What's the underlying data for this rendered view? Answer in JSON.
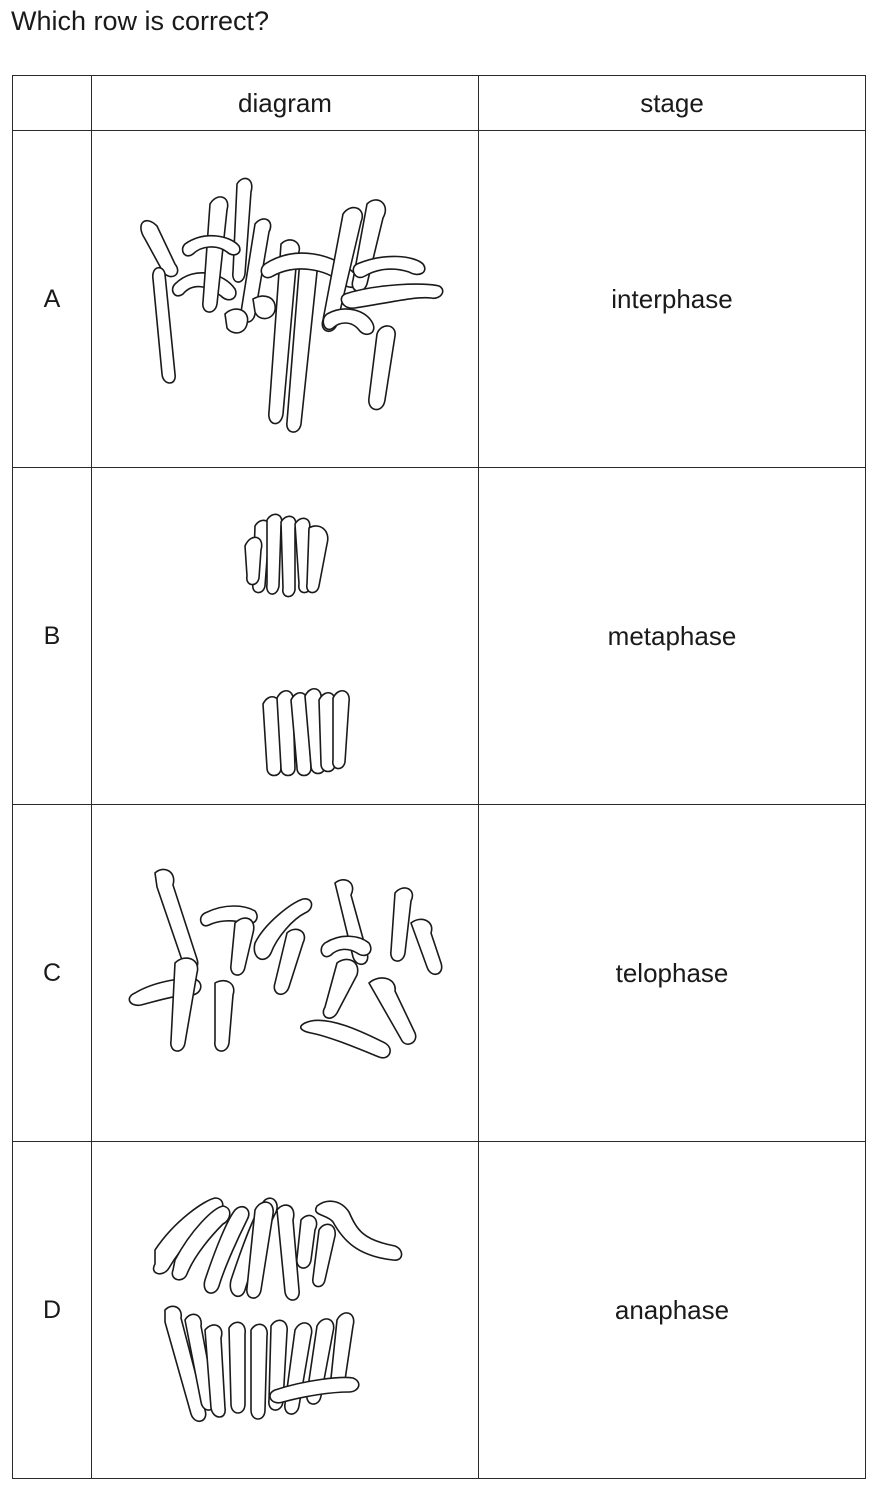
{
  "question": "Which row is correct?",
  "table": {
    "headers": [
      "",
      "diagram",
      "stage"
    ],
    "rows": [
      {
        "label": "A",
        "stage": "interphase",
        "diagram_icon": "chromosomes-tangled-icon"
      },
      {
        "label": "B",
        "stage": "metaphase",
        "diagram_icon": "chromosomes-two-groups-icon"
      },
      {
        "label": "C",
        "stage": "telophase",
        "diagram_icon": "chromosomes-scattered-icon"
      },
      {
        "label": "D",
        "stage": "anaphase",
        "diagram_icon": "chromosomes-separating-icon"
      }
    ]
  }
}
